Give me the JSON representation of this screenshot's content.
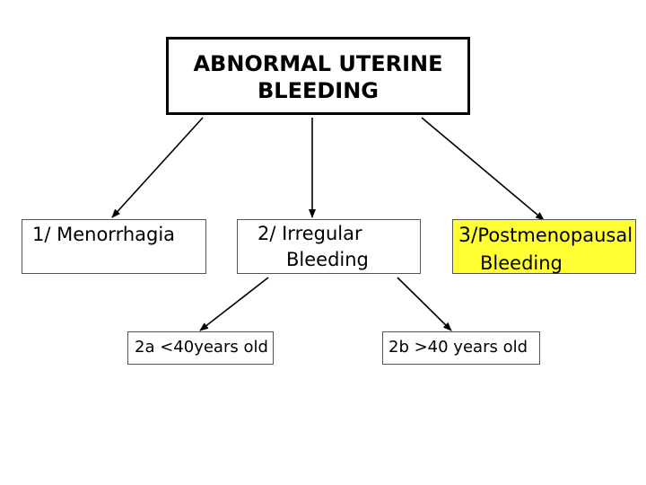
{
  "root": {
    "line1": "ABNORMAL UTERINE",
    "line2": "BLEEDING"
  },
  "categories": {
    "menorrhagia": "1/ Menorrhagia",
    "irregular_line1": "2/ Irregular",
    "irregular_line2": "Bleeding",
    "postmenopausal_num": "3/",
    "postmenopausal_line1": "Postmenopausal",
    "postmenopausal_line2": "Bleeding"
  },
  "subcategories": {
    "under_40": "2a <40years old",
    "over_40": "2b >40 years old"
  },
  "colors": {
    "highlight": "#ffff33",
    "border": "#000000"
  }
}
